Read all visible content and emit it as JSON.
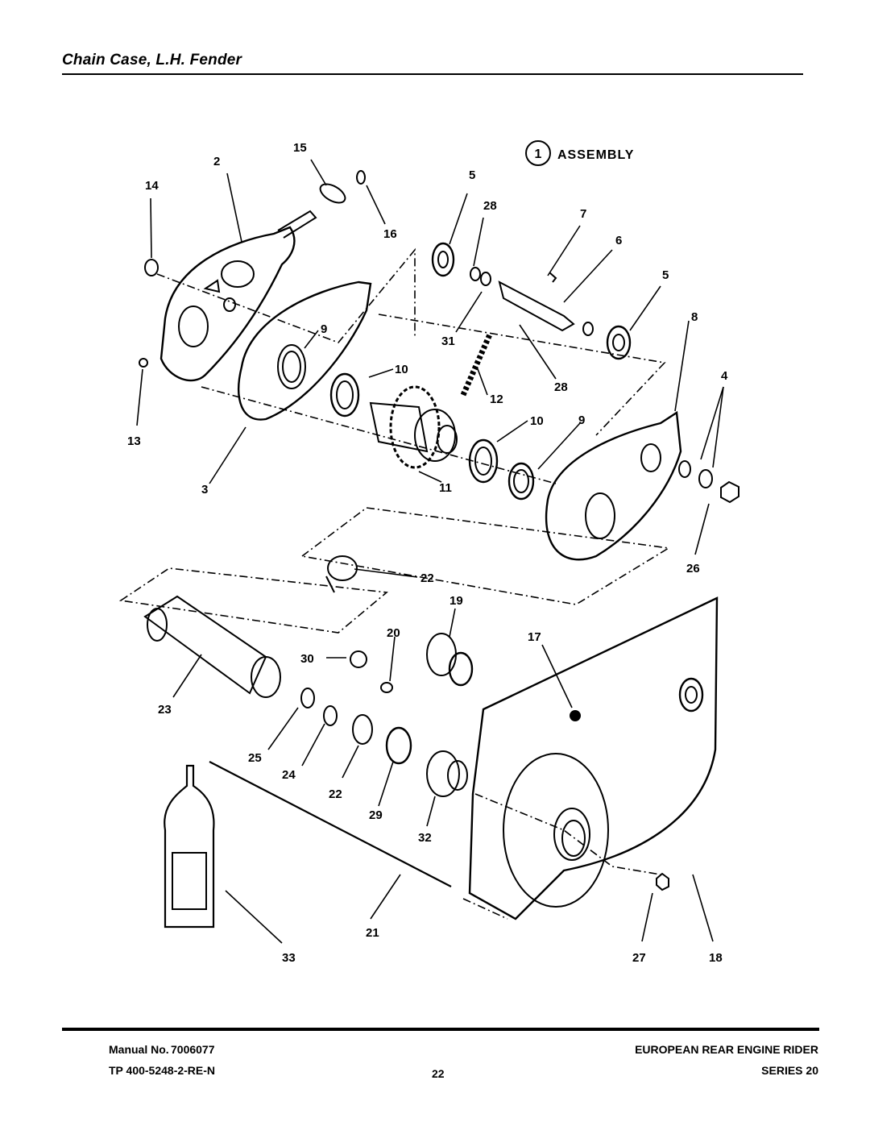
{
  "header": {
    "title": "Chain Case, L.H. Fender"
  },
  "diagram": {
    "assembly_marker": "1",
    "assembly_label": "ASSEMBLY",
    "callouts": [
      "15",
      "2",
      "14",
      "5",
      "28",
      "7",
      "16",
      "6",
      "5",
      "31",
      "9",
      "8",
      "10",
      "28",
      "12",
      "4",
      "13",
      "10",
      "9",
      "3",
      "11",
      "26",
      "22",
      "19",
      "20",
      "17",
      "30",
      "23",
      "25",
      "24",
      "22",
      "29",
      "32",
      "21",
      "33",
      "27",
      "18"
    ]
  },
  "footer": {
    "manual_label": "Manual No.",
    "manual_number": "7006077",
    "tp_code": "TP 400-5248-2-RE-N",
    "page_number": "22",
    "product": "EUROPEAN REAR ENGINE RIDER",
    "series": "SERIES 20"
  }
}
